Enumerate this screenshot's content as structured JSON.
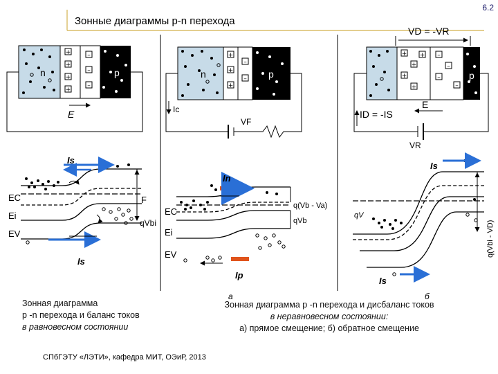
{
  "slide_number": "6.2",
  "title": "Зонные диаграммы p-n перехода",
  "left": {
    "n_label": "n",
    "p_label": "p",
    "field_label": "E",
    "is_top": "Is",
    "is_bottom": "Is",
    "ec": "EC",
    "ei": "Ei",
    "ev": "EV",
    "f": "F",
    "qvbi": "qVbi",
    "caption": [
      "Зонная диаграмма",
      "p -n перехода и баланс токов",
      "в равновесном состоянии"
    ]
  },
  "middle": {
    "n_label": "n",
    "p_label": "p",
    "ic": "Ic",
    "vf": "VF",
    "in": "In",
    "ip": "Ip",
    "ec": "EC",
    "ei": "Ei",
    "ev": "EV",
    "q1": "q(Vb - Va)",
    "q2": "qVb",
    "sub": "а"
  },
  "right": {
    "vd_eq": "VD = -VR",
    "p_label": "p",
    "id_eq": "ID = -IS",
    "e_label": "E",
    "vr": "VR",
    "is_top": "Is",
    "is_bottom": "Is",
    "qv": "qV",
    "qvb": "q(Vbi - VD)",
    "sub": "б"
  },
  "caption_right": [
    "Зонная диаграмма p -n перехода и дисбаланс токов",
    "в неравновесном состоянии:",
    "а) прямое смещение; б) обратное смещение"
  ],
  "footer": "СПбГЭТУ «ЛЭТИ», кафедра МИТ, ОЭиР, 2013"
}
